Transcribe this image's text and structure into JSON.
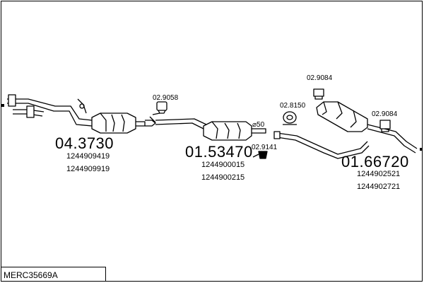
{
  "assembly_code": "MERC35669A",
  "parts": [
    {
      "part_number": "04.3730",
      "oe_numbers": [
        "1244909419",
        "1244909919"
      ]
    },
    {
      "part_number": "01.53470",
      "oe_numbers": [
        "1244900015",
        "1244900215"
      ]
    },
    {
      "part_number": "01.66720",
      "oe_numbers": [
        "1244902521",
        "1244902721"
      ]
    }
  ],
  "accessories": [
    {
      "part_number": "02.9058"
    },
    {
      "part_number": "02.9141"
    },
    {
      "part_number": "02.8150"
    },
    {
      "part_number": "02.9084"
    },
    {
      "part_number": "02.9084"
    }
  ],
  "pipe_diameter": "⌀50",
  "colors": {
    "line": "#000000",
    "fill": "#ffffff",
    "shade": "#bfbfbf"
  }
}
